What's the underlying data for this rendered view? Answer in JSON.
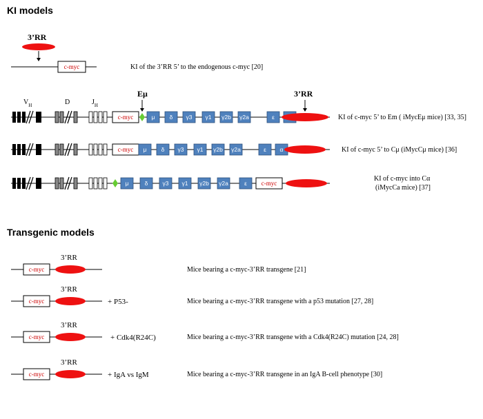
{
  "sections": {
    "ki_title": "KI models",
    "tg_title": "Transgenic models"
  },
  "genes": {
    "cmyc": "c-myc",
    "rr": "3’RR",
    "emu": "Eμ",
    "vh": "VH",
    "d": "D",
    "jh": "JH"
  },
  "segments": {
    "full": [
      "μ",
      "δ",
      "γ3",
      "γ1",
      "γ2b",
      "γ2a",
      "ε",
      "α"
    ],
    "calpha": [
      "μ",
      "δ",
      "γ3",
      "γ1",
      "γ2b",
      "γ2a",
      "ε"
    ]
  },
  "ki_models": [
    {
      "desc": "KI of the 3’RR 5’ to the endogenous c-myc [20]"
    },
    {
      "desc": "KI of c-myc 5’ to Em ( iMycEμ mice) [33, 35]"
    },
    {
      "desc": "KI of c-myc 5’ to Cμ  (iMycCμ mice) [36]"
    },
    {
      "desc_line1": "KI of c-myc into Cα",
      "desc_line2": "(iMycCa mice) [37]"
    }
  ],
  "transgenic_models": [
    {
      "extra": "",
      "desc": "Mice bearing a c-myc-3’RR transgene [21]"
    },
    {
      "extra": "+ P53-",
      "desc": "Mice bearing a c-myc-3’RR transgene with a p53 mutation [27, 28]"
    },
    {
      "extra": "+ Cdk4(R24C)",
      "desc": "Mice bearing a c-myc-3’RR transgene with a Cdk4(R24C) mutation  [24, 28]"
    },
    {
      "extra": "+ IgA vs IgM",
      "desc": "Mice bearing a c-myc-3’RR transgene  in an IgA B-cell phenotype [30]"
    }
  ],
  "colors": {
    "segment_fill": "#4f81bd",
    "segment_stroke": "#2c4f7c",
    "rr_fill": "#ee1111",
    "emu_fill": "#66cc33",
    "myc_text": "#cc0000"
  }
}
